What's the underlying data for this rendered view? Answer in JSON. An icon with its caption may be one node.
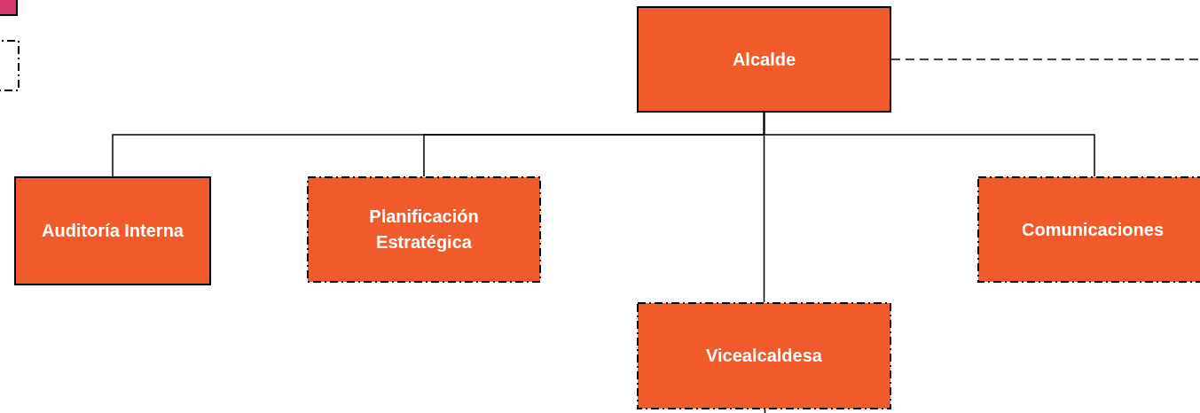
{
  "diagram": {
    "nodes": [
      {
        "text": [],
        "shape": "box"
      },
      {
        "text": [
          "Alcalde"
        ]
      },
      {
        "text": [],
        "shape": "box"
      },
      {
        "text": [
          "Auditoría Interna"
        ]
      },
      {
        "text": [
          "Planificación Estratégica"
        ]
      },
      {
        "text": [
          "Comunicaciones"
        ]
      },
      {
        "text": [
          "Vicealcaldesa"
        ]
      }
    ],
    "edges": [
      {
        "from": 1,
        "to": null,
        "arrow": "none",
        "style": "dashed"
      },
      {
        "from": 1,
        "to": 3,
        "arrow": "none"
      },
      {
        "from": 1,
        "to": 4,
        "arrow": "none"
      },
      {
        "from": 1,
        "to": 6,
        "arrow": "none"
      },
      {
        "from": 1,
        "to": 5,
        "arrow": "none"
      },
      {
        "from": 6,
        "to": null,
        "arrow": "none"
      }
    ]
  }
}
